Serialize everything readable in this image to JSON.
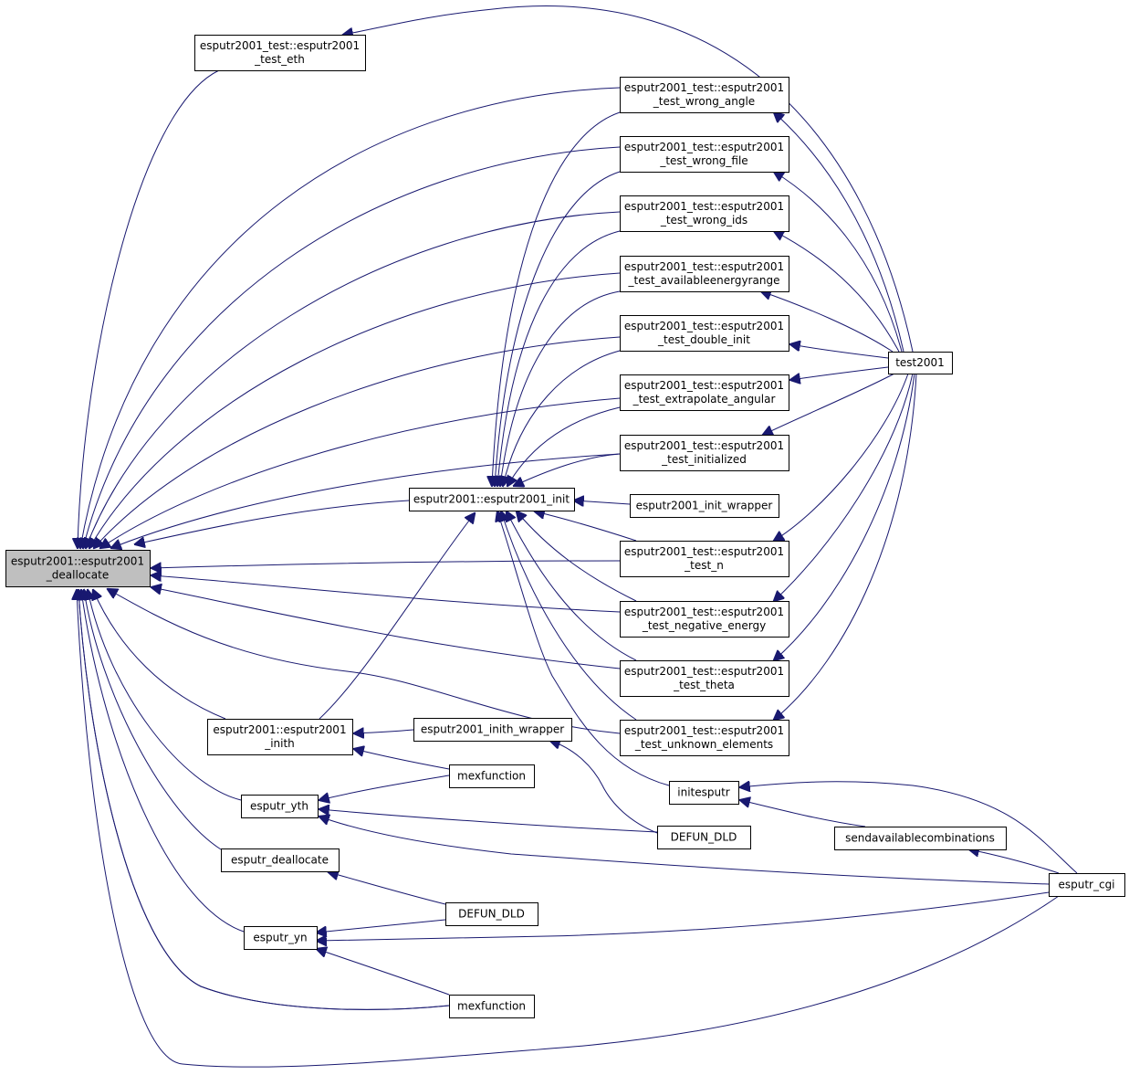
{
  "colors": {
    "edge": "#191970",
    "node_border": "#000000",
    "node_fill": "#ffffff",
    "highlight_fill": "#bfbfbf",
    "background": "#ffffff"
  },
  "nodes": {
    "dealloc": {
      "lines": [
        "esputr2001::esputr2001",
        "_deallocate"
      ],
      "highlighted": true
    },
    "eth": {
      "lines": [
        "esputr2001_test::esputr2001",
        "_test_eth"
      ]
    },
    "wrong_angle": {
      "lines": [
        "esputr2001_test::esputr2001",
        "_test_wrong_angle"
      ]
    },
    "wrong_file": {
      "lines": [
        "esputr2001_test::esputr2001",
        "_test_wrong_file"
      ]
    },
    "wrong_ids": {
      "lines": [
        "esputr2001_test::esputr2001",
        "_test_wrong_ids"
      ]
    },
    "avail": {
      "lines": [
        "esputr2001_test::esputr2001",
        "_test_availableenergyrange"
      ]
    },
    "double_init": {
      "lines": [
        "esputr2001_test::esputr2001",
        "_test_double_init"
      ]
    },
    "extrap": {
      "lines": [
        "esputr2001_test::esputr2001",
        "_test_extrapolate_angular"
      ]
    },
    "initialized": {
      "lines": [
        "esputr2001_test::esputr2001",
        "_test_initialized"
      ]
    },
    "init": {
      "lines": [
        "esputr2001::esputr2001_init"
      ]
    },
    "init_wrapper": {
      "lines": [
        "esputr2001_init_wrapper"
      ]
    },
    "test_n": {
      "lines": [
        "esputr2001_test::esputr2001",
        "_test_n"
      ]
    },
    "neg_energy": {
      "lines": [
        "esputr2001_test::esputr2001",
        "_test_negative_energy"
      ]
    },
    "theta": {
      "lines": [
        "esputr2001_test::esputr2001",
        "_test_theta"
      ]
    },
    "unknown": {
      "lines": [
        "esputr2001_test::esputr2001",
        "_test_unknown_elements"
      ]
    },
    "test2001": {
      "lines": [
        "test2001"
      ]
    },
    "inith": {
      "lines": [
        "esputr2001::esputr2001",
        "_inith"
      ]
    },
    "inith_wrapper": {
      "lines": [
        "esputr2001_inith_wrapper"
      ]
    },
    "mex1": {
      "lines": [
        "mexfunction"
      ]
    },
    "yth": {
      "lines": [
        "esputr_yth"
      ]
    },
    "initesputr": {
      "lines": [
        "initesputr"
      ]
    },
    "defun1": {
      "lines": [
        "DEFUN_DLD"
      ]
    },
    "sendavail": {
      "lines": [
        "sendavailablecombinations"
      ]
    },
    "dealloc2": {
      "lines": [
        "esputr_deallocate"
      ]
    },
    "cgi": {
      "lines": [
        "esputr_cgi"
      ]
    },
    "defun2": {
      "lines": [
        "DEFUN_DLD"
      ]
    },
    "yn": {
      "lines": [
        "esputr_yn"
      ]
    },
    "mex2": {
      "lines": [
        "mexfunction"
      ]
    }
  },
  "edges": [
    [
      "eth",
      "dealloc"
    ],
    [
      "wrong_angle",
      "dealloc"
    ],
    [
      "wrong_file",
      "dealloc"
    ],
    [
      "wrong_ids",
      "dealloc"
    ],
    [
      "avail",
      "dealloc"
    ],
    [
      "double_init",
      "dealloc"
    ],
    [
      "extrap",
      "dealloc"
    ],
    [
      "initialized",
      "dealloc"
    ],
    [
      "init",
      "dealloc"
    ],
    [
      "test_n",
      "dealloc"
    ],
    [
      "neg_energy",
      "dealloc"
    ],
    [
      "theta",
      "dealloc"
    ],
    [
      "unknown",
      "dealloc"
    ],
    [
      "inith",
      "dealloc"
    ],
    [
      "yth",
      "dealloc"
    ],
    [
      "dealloc2",
      "dealloc"
    ],
    [
      "yn",
      "dealloc"
    ],
    [
      "mex1",
      "dealloc"
    ],
    [
      "mex2",
      "dealloc"
    ],
    [
      "cgi",
      "dealloc"
    ],
    [
      "wrong_angle",
      "init"
    ],
    [
      "wrong_file",
      "init"
    ],
    [
      "wrong_ids",
      "init"
    ],
    [
      "avail",
      "init"
    ],
    [
      "double_init",
      "init"
    ],
    [
      "extrap",
      "init"
    ],
    [
      "initialized",
      "init"
    ],
    [
      "init_wrapper",
      "init"
    ],
    [
      "test_n",
      "init"
    ],
    [
      "neg_energy",
      "init"
    ],
    [
      "theta",
      "init"
    ],
    [
      "unknown",
      "init"
    ],
    [
      "initesputr",
      "init"
    ],
    [
      "inith",
      "init"
    ],
    [
      "test2001",
      "eth"
    ],
    [
      "test2001",
      "wrong_angle"
    ],
    [
      "test2001",
      "wrong_file"
    ],
    [
      "test2001",
      "wrong_ids"
    ],
    [
      "test2001",
      "avail"
    ],
    [
      "test2001",
      "double_init"
    ],
    [
      "test2001",
      "extrap"
    ],
    [
      "test2001",
      "initialized"
    ],
    [
      "test2001",
      "test_n"
    ],
    [
      "test2001",
      "neg_energy"
    ],
    [
      "test2001",
      "theta"
    ],
    [
      "test2001",
      "unknown"
    ],
    [
      "inith_wrapper",
      "inith"
    ],
    [
      "mex1",
      "inith"
    ],
    [
      "defun1",
      "inith_wrapper"
    ],
    [
      "mex1",
      "yth"
    ],
    [
      "defun1",
      "yth"
    ],
    [
      "cgi",
      "yth"
    ],
    [
      "cgi",
      "initesputr"
    ],
    [
      "sendavail",
      "initesputr"
    ],
    [
      "cgi",
      "sendavail"
    ],
    [
      "defun2",
      "dealloc2"
    ],
    [
      "defun2",
      "yn"
    ],
    [
      "cgi",
      "yn"
    ],
    [
      "mex2",
      "yn"
    ]
  ]
}
